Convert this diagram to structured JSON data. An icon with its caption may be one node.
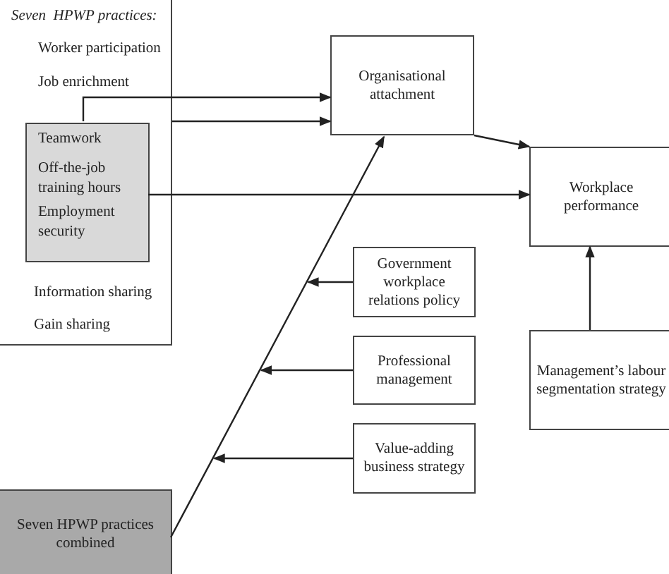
{
  "diagram": {
    "nodes": [
      {
        "text": [
          "Seven  HPWP practices:",
          "Worker participation",
          "Job enrichment",
          "Information sharing",
          "Gain sharing"
        ]
      },
      {
        "text": [
          "Teamwork",
          "Off-the-job training hours",
          "Employment security"
        ],
        "in": 0
      },
      {
        "text": [
          "Organisational attachment"
        ]
      },
      {
        "text": [
          "Workplace performance"
        ]
      },
      {
        "text": [
          "Government workplace relations policy"
        ]
      },
      {
        "text": [
          "Professional management"
        ]
      },
      {
        "text": [
          "Value-adding business strategy"
        ]
      },
      {
        "text": [
          "Management’s labour segmentation strategy"
        ]
      },
      {
        "text": [
          "Seven HPWP practices combined"
        ]
      }
    ],
    "edges": [
      {
        "from": 1,
        "to": 2,
        "arrow": "to"
      },
      {
        "from": 0,
        "to": 2,
        "arrow": "to"
      },
      {
        "from": 1,
        "to": 3,
        "arrow": "to"
      },
      {
        "from": 2,
        "to": 3,
        "arrow": "to"
      },
      {
        "from": 4,
        "to": null,
        "arrow": "to"
      },
      {
        "from": 5,
        "to": null,
        "arrow": "to"
      },
      {
        "from": 6,
        "to": null,
        "arrow": "to"
      },
      {
        "from": 7,
        "to": 3,
        "arrow": "to"
      },
      {
        "from": 8,
        "to": 2,
        "arrow": "to"
      }
    ]
  }
}
